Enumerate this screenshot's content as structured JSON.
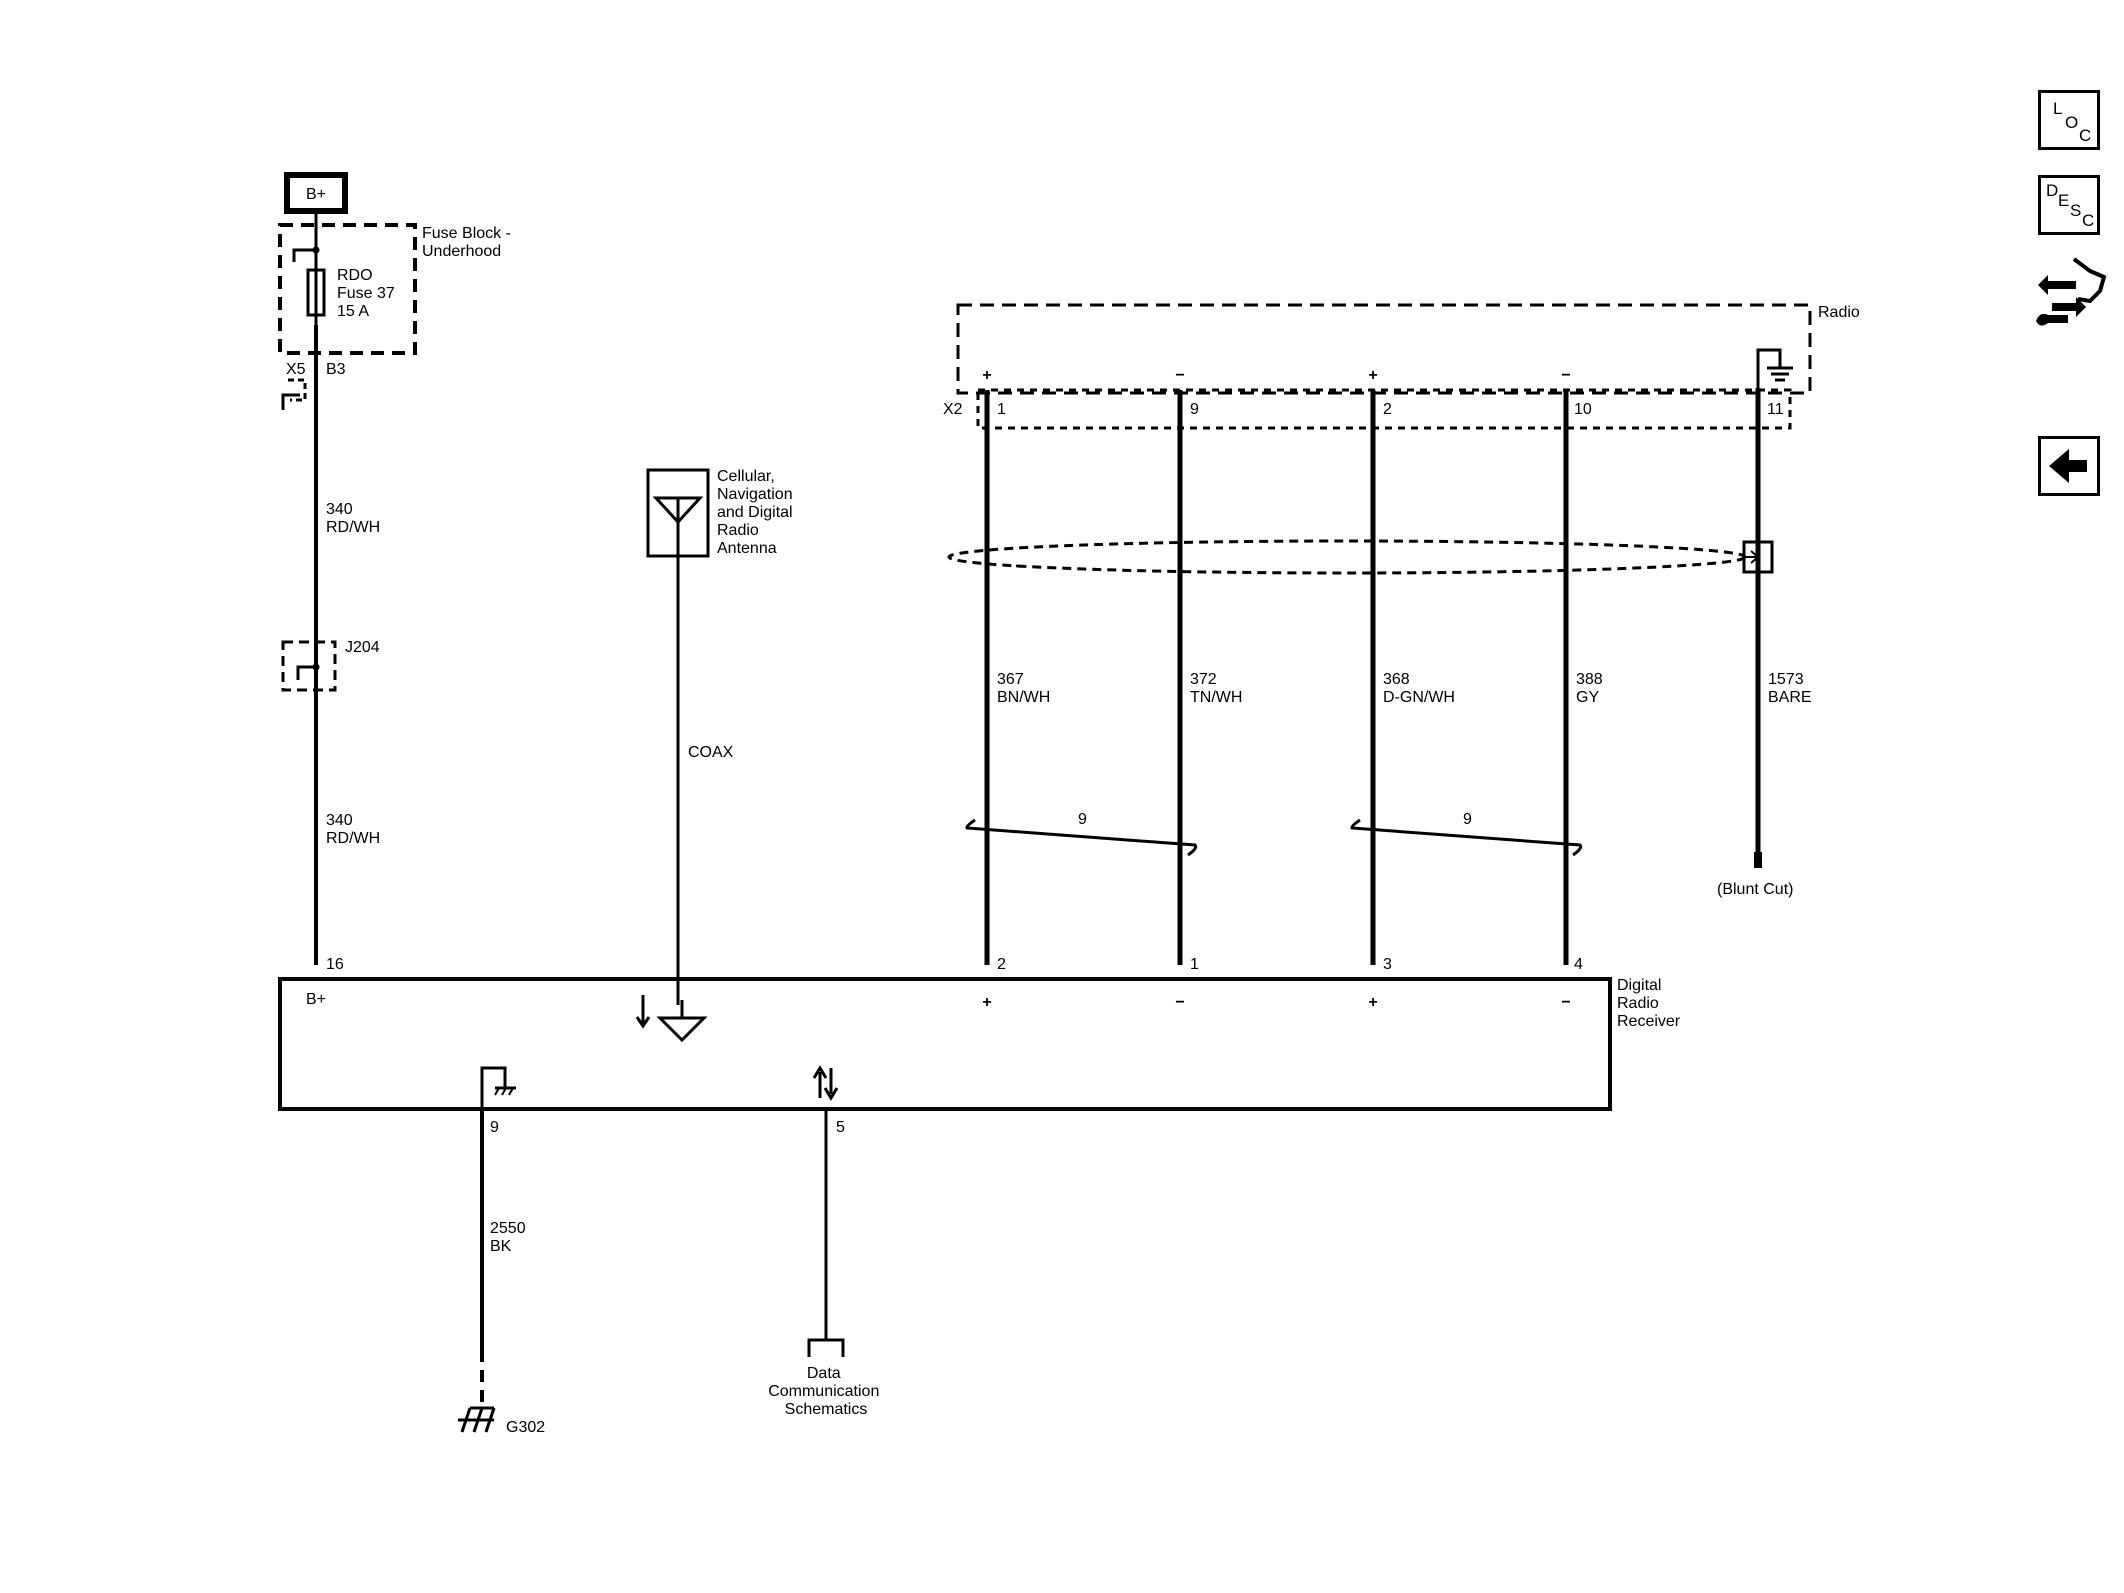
{
  "supply": {
    "source": "B+",
    "fuse_block": [
      "Fuse Block -",
      "Underhood"
    ],
    "fuse": [
      "RDO",
      "Fuse 37",
      "15 A"
    ],
    "connector": "X5",
    "cavity": "B3"
  },
  "wires": {
    "supply_upper": [
      "340",
      "RD/WH"
    ],
    "splice": "J204",
    "supply_lower": [
      "340",
      "RD/WH"
    ],
    "coax": "COAX",
    "w367": [
      "367",
      "BN/WH"
    ],
    "w372": [
      "372",
      "TN/WH"
    ],
    "w368": [
      "368",
      "D-GN/WH"
    ],
    "w388": [
      "388",
      "GY"
    ],
    "w1573": [
      "1573",
      "BARE"
    ],
    "twist_a": "9",
    "twist_b": "9",
    "blunt_cut": "(Blunt Cut)",
    "ground_wire": [
      "2550",
      "BK"
    ]
  },
  "antenna": [
    "Cellular,",
    "Navigation",
    "and Digital",
    "Radio",
    "Antenna"
  ],
  "radio": {
    "label": "Radio",
    "connector": "X2",
    "pins": [
      "1",
      "9",
      "2",
      "10",
      "11"
    ],
    "polarity": [
      "+",
      "−",
      "+",
      "−"
    ]
  },
  "receiver": {
    "label": [
      "Digital",
      "Radio",
      "Receiver"
    ],
    "bplus": "B+",
    "pin_supply": "16",
    "pins_top": [
      "2",
      "1",
      "3",
      "4"
    ],
    "polarity": [
      "+",
      "−",
      "+",
      "−"
    ],
    "pin_ground": "9",
    "pin_data": "5"
  },
  "ground": "G302",
  "data_comm": [
    "Data",
    "Communication",
    "Schematics"
  ],
  "nav": {
    "loc": [
      "L",
      "O",
      "C"
    ],
    "desc": [
      "D",
      "E",
      "S",
      "C"
    ]
  }
}
